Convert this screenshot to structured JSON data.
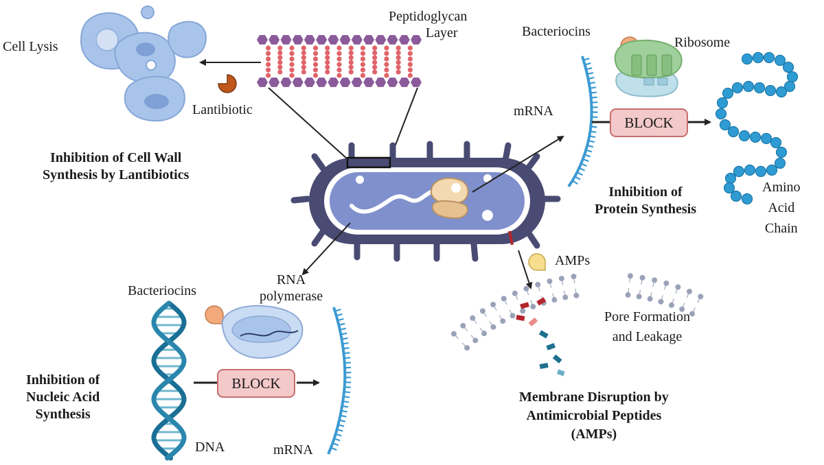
{
  "labels": {
    "cell_lysis": "Cell Lysis",
    "peptidoglycan": [
      "Peptidoglycan",
      "Layer"
    ],
    "lantibiotic": "Lantibiotic",
    "bacteriocins_top": "Bacteriocins",
    "ribosome": "Ribosome",
    "mrna_top": "mRNA",
    "block_top": "BLOCK",
    "amino_acid_chain": [
      "Amino",
      "Acid",
      "Chain"
    ],
    "amps": "AMPs",
    "pore_formation": [
      "Pore Formation",
      "and Leakage"
    ],
    "bacteriocins_bottom": "Bacteriocins",
    "rna_polymerase": [
      "RNA",
      "polymerase"
    ],
    "block_bottom": "BLOCK",
    "dna": "DNA",
    "mrna_bottom": "mRNA"
  },
  "titles": {
    "cell_wall": [
      "Inhibition of Cell Wall",
      "Synthesis by Lantibiotics"
    ],
    "protein": [
      "Inhibition of",
      "Protein Synthesis"
    ],
    "nucleic": [
      "Inhibition of",
      "Nucleic Acid",
      "Synthesis"
    ],
    "membrane": [
      "Membrane Disruption by",
      "Antimicrobial Peptides",
      "(AMPs)"
    ]
  },
  "colors": {
    "cell_outer": "#4a4b73",
    "cell_inner": "#7f90cc",
    "peptidoglycan_hex": "#8a5a9a",
    "peptidoglycan_bead": "#e0646a",
    "lysis_fill": "#a9c4ea",
    "lantibiotic_drop": "#c0561a",
    "bacteriocin_drop": "#f2aa7c",
    "amp_drop": "#f6de8e",
    "ribosome_top": "#9fcf9a",
    "ribosome_bottom": "#bfe0ea",
    "mrna": "#3b9ad3",
    "amino_acid": "#2f9bd3",
    "dna_strand": "#1b6f95",
    "block_fill": "#f4c9c9",
    "block_border": "#c66d6d",
    "membrane_head": "#9aa2b8",
    "pore_red": "#b5252c",
    "pore_teal": "#1f6f8f"
  }
}
